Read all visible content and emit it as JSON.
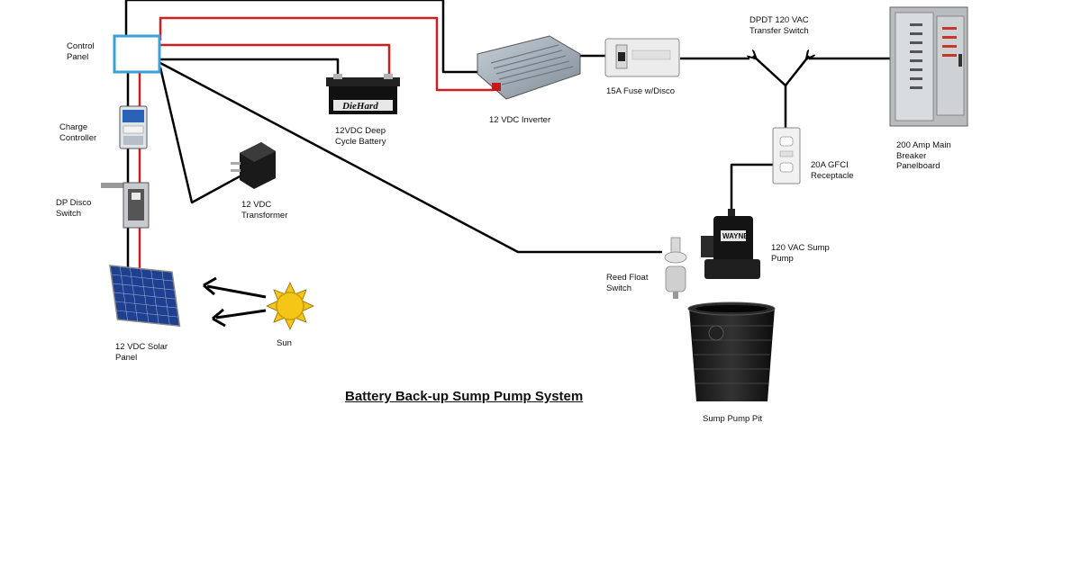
{
  "diagram": {
    "title": "Battery Back-up Sump Pump System",
    "components": {
      "control_panel": [
        "Control",
        "Panel"
      ],
      "charge_controller": [
        "Charge",
        "Controller"
      ],
      "dp_disco_switch": [
        "DP Disco",
        "Switch"
      ],
      "solar_panel": [
        "12 VDC Solar",
        "Panel"
      ],
      "sun": [
        "Sun"
      ],
      "transformer": [
        "12 VDC",
        "Transformer"
      ],
      "battery": [
        "12VDC Deep",
        "Cycle Battery"
      ],
      "battery_brand": "DieHard",
      "inverter": [
        "12 VDC Inverter"
      ],
      "fuse": [
        "15A Fuse w/Disco"
      ],
      "transfer_switch": [
        "DPDT 120 VAC",
        "Transfer Switch"
      ],
      "panelboard": [
        "200 Amp Main",
        "Breaker",
        "Panelboard"
      ],
      "gfci": [
        "20A GFCI",
        "Receptacle"
      ],
      "sump_pump": [
        "120 VAC Sump",
        "Pump"
      ],
      "pump_brand": "WAYNE",
      "float_switch": [
        "Reed Float",
        "Switch"
      ],
      "pit": [
        "Sump Pump Pit"
      ]
    },
    "colors": {
      "wire_dc_positive": "#cc1f1f",
      "wire_black": "#000000",
      "control_panel_border": "#3aa0d8",
      "inverter_body": "#9aa6b2",
      "sun": "#f5c518",
      "panel_blue": "#1f3f8f"
    }
  }
}
